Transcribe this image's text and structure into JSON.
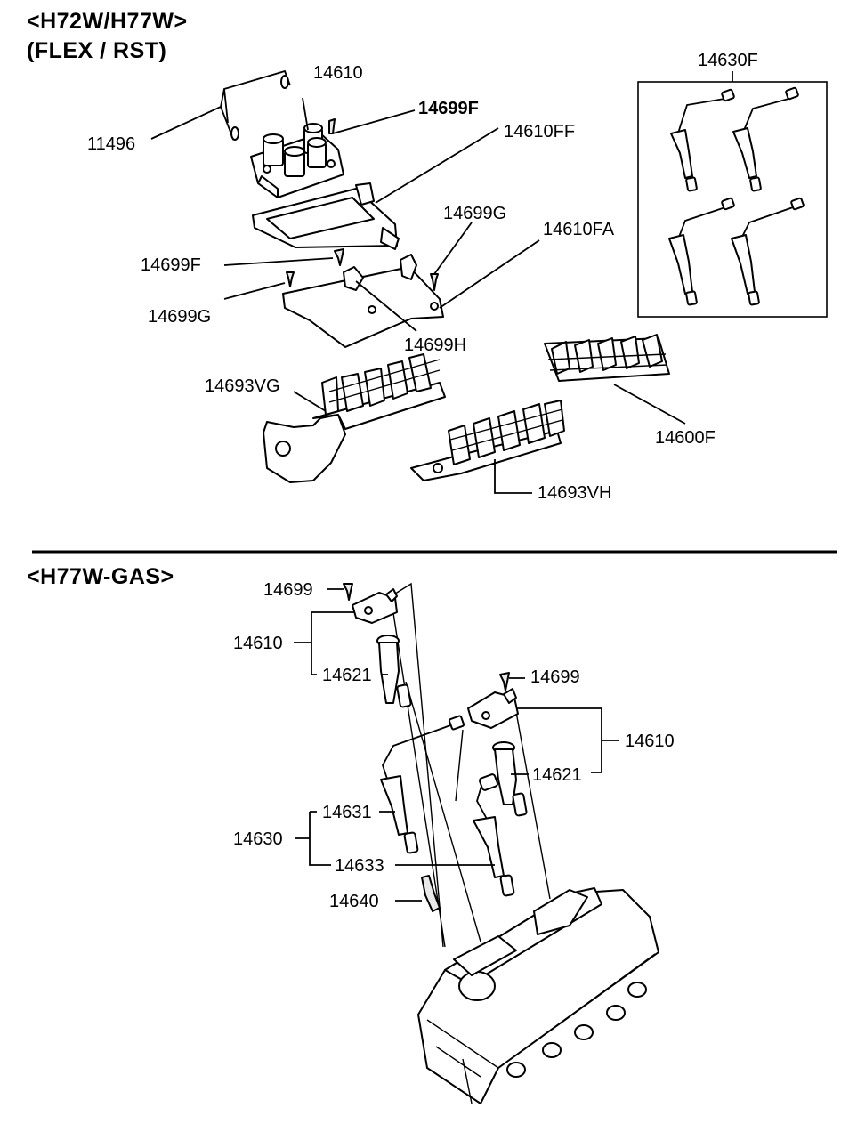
{
  "top_section": {
    "title_line1": "<H72W/H77W>",
    "title_line2": "(FLEX / RST)",
    "labels": {
      "p11496": "11496",
      "p14610": "14610",
      "p14699F_a": "14699F",
      "p14610FF": "14610FF",
      "p14699G_a": "14699G",
      "p14610FA": "14610FA",
      "p14699F_b": "14699F",
      "p14699G_b": "14699G",
      "p14699H": "14699H",
      "p14693VG": "14693VG",
      "p14630F": "14630F",
      "p14600F": "14600F",
      "p14693VH": "14693VH"
    }
  },
  "bottom_section": {
    "title": "<H77W-GAS>",
    "labels": {
      "p14699_a": "14699",
      "p14610_a": "14610",
      "p14621_a": "14621",
      "p14699_b": "14699",
      "p14610_b": "14610",
      "p14621_b": "14621",
      "p14631": "14631",
      "p14630": "14630",
      "p14633": "14633",
      "p14640": "14640"
    }
  }
}
